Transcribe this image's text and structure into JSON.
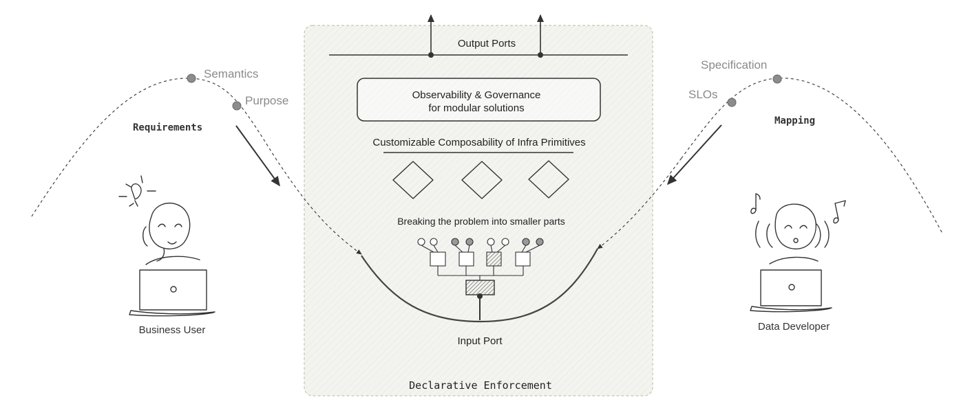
{
  "labels": {
    "semantics": "Semantics",
    "purpose": "Purpose",
    "requirements": "Requirements",
    "business_user": "Business User",
    "specification": "Specification",
    "slos": "SLOs",
    "mapping": "Mapping",
    "data_developer": "Data Developer",
    "output_ports": "Output Ports",
    "observability_line1": "Observability & Governance",
    "observability_line2": "for modular solutions",
    "composability": "Customizable Composability of Infra Primitives",
    "breaking": "Breaking the problem into smaller parts",
    "input_port": "Input Port",
    "declarative": "Declarative Enforcement"
  },
  "colors": {
    "ink": "#333333",
    "muted_label": "#8a8a8a",
    "point_fill": "#8c8c8c",
    "panel_fill": "#f3f4f0",
    "panel_border": "#c9c4a8"
  },
  "icons": {
    "idea": "lightbulb-icon",
    "music": "music-note-icon"
  }
}
